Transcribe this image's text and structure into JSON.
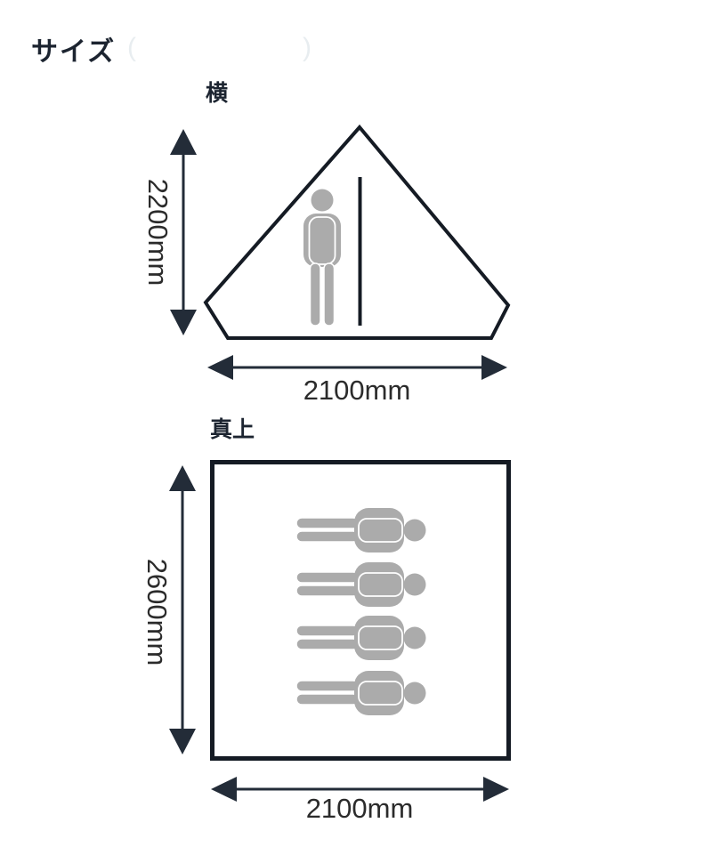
{
  "header": {
    "title": "サイズ",
    "paren_open": "(",
    "paren_close": ")"
  },
  "side_view": {
    "label": "横",
    "height": "2200mm",
    "width": "2100mm",
    "person_count": 1
  },
  "top_view": {
    "label": "真上",
    "depth": "2600mm",
    "width": "2100mm",
    "person_count": 4
  },
  "colors": {
    "ink": "#1c2430",
    "outline": "#151b24",
    "arrow": "#232c38",
    "dim_text": "#2b2b2b",
    "figure_gray": "#ababab",
    "faint_paren": "#e8edf0"
  }
}
